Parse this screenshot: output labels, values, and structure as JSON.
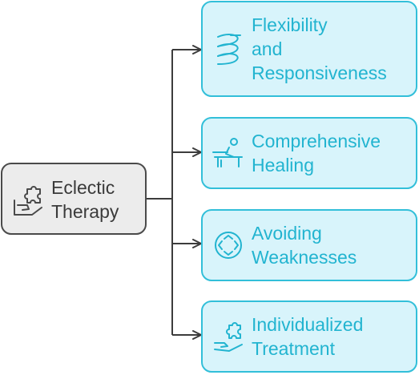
{
  "root": {
    "lines": [
      "Eclectic",
      "Therapy"
    ],
    "icon": "puzzle-hand-icon"
  },
  "branches": [
    {
      "lines": [
        "Flexibility",
        "and",
        "Responsiveness"
      ],
      "icon": "coil-spring-icon"
    },
    {
      "lines": [
        "Comprehensive",
        "Healing"
      ],
      "icon": "massage-table-icon"
    },
    {
      "lines": [
        "Avoiding",
        "Weaknesses"
      ],
      "icon": "target-circle-icon"
    },
    {
      "lines": [
        "Individualized",
        "Treatment"
      ],
      "icon": "puzzle-hand-icon"
    }
  ],
  "colors": {
    "root_fill": "#ececec",
    "root_stroke": "#4a4a4a",
    "branch_fill": "#d8f4fb",
    "branch_stroke": "#32bfd9",
    "branch_text": "#22b4d0",
    "connector": "#3c3c3c"
  }
}
